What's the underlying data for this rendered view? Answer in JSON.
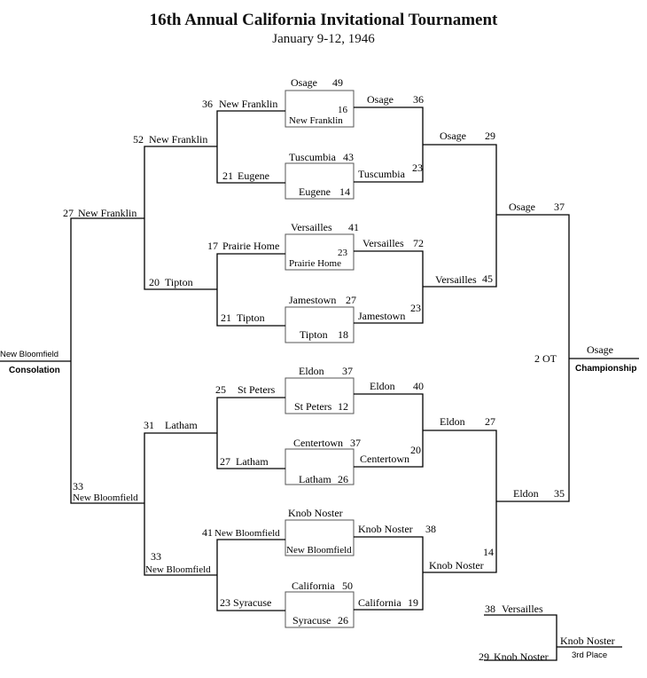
{
  "title": "16th Annual California Invitational Tournament",
  "dates": "January 9-12, 1946",
  "game_boxes": [
    {
      "winner": "Osage",
      "winner_score": "49",
      "loser": "New Franklin",
      "loser_score": "16"
    },
    {
      "winner": "Tuscumbia",
      "winner_score": "43",
      "loser": "Eugene",
      "loser_score": "14"
    },
    {
      "winner": "Versailles",
      "winner_score": "41",
      "loser": "Prairie Home",
      "loser_score": "23"
    },
    {
      "winner": "Jamestown",
      "winner_score": "27",
      "loser": "Tipton",
      "loser_score": "18"
    },
    {
      "winner": "Eldon",
      "winner_score": "37",
      "loser": "St Peters",
      "loser_score": "12"
    },
    {
      "winner": "Centertown",
      "winner_score": "37",
      "loser": "Latham",
      "loser_score": "26"
    },
    {
      "winner": "Knob Noster",
      "winner_score": "",
      "loser": "New Bloomfield",
      "loser_score": ""
    },
    {
      "winner": "California",
      "winner_score": "50",
      "loser": "Syracuse",
      "loser_score": "26"
    }
  ],
  "consolation": {
    "first_round": [
      {
        "team": "New Franklin",
        "score": "36"
      },
      {
        "team": "Eugene",
        "score": "21"
      },
      {
        "team": "Prairie Home",
        "score": "17"
      },
      {
        "team": "Tipton",
        "score": "21"
      },
      {
        "team": "St Peters",
        "score": "25"
      },
      {
        "team": "Latham",
        "score": "27"
      },
      {
        "team": "New Bloomfield",
        "score": "41"
      },
      {
        "team": "Syracuse",
        "score": "23"
      }
    ],
    "semifinal_entrants": [
      {
        "team": "New Franklin",
        "score": "52"
      },
      {
        "team": "Tipton",
        "score": "20"
      },
      {
        "team": "Latham",
        "score": "31"
      },
      {
        "team": "New Bloomfield",
        "score": "33"
      }
    ],
    "finalists": [
      {
        "team": "New Franklin",
        "score": "27"
      },
      {
        "team": "New Bloomfield",
        "score": "33"
      }
    ],
    "champion": "New Bloomfield",
    "label": "Consolation"
  },
  "championship": {
    "quarterfinal_entrants": [
      {
        "team": "Osage",
        "score": "36"
      },
      {
        "team": "Tuscumbia",
        "score": "23"
      },
      {
        "team": "Versailles",
        "score": "72"
      },
      {
        "team": "Jamestown",
        "score": "23"
      },
      {
        "team": "Eldon",
        "score": "40"
      },
      {
        "team": "Centertown",
        "score": "20"
      },
      {
        "team": "Knob Noster",
        "score": "38"
      },
      {
        "team": "California",
        "score": "19"
      }
    ],
    "semifinal_entrants": [
      {
        "team": "Osage",
        "score": "29"
      },
      {
        "team": "Versailles",
        "score": "45"
      },
      {
        "team": "Eldon",
        "score": "27"
      },
      {
        "team": "Knob Noster",
        "score": "14"
      }
    ],
    "finalists": [
      {
        "team": "Osage",
        "score": "37"
      },
      {
        "team": "Eldon",
        "score": "35"
      }
    ],
    "overtime_note": "2 OT",
    "champion": "Osage",
    "label": "Championship"
  },
  "third_place": {
    "entrants": [
      {
        "team": "Versailles",
        "score": "38"
      },
      {
        "team": "Knob Noster",
        "score": "29"
      }
    ],
    "winner": "Knob Noster",
    "label": "3rd Place"
  }
}
